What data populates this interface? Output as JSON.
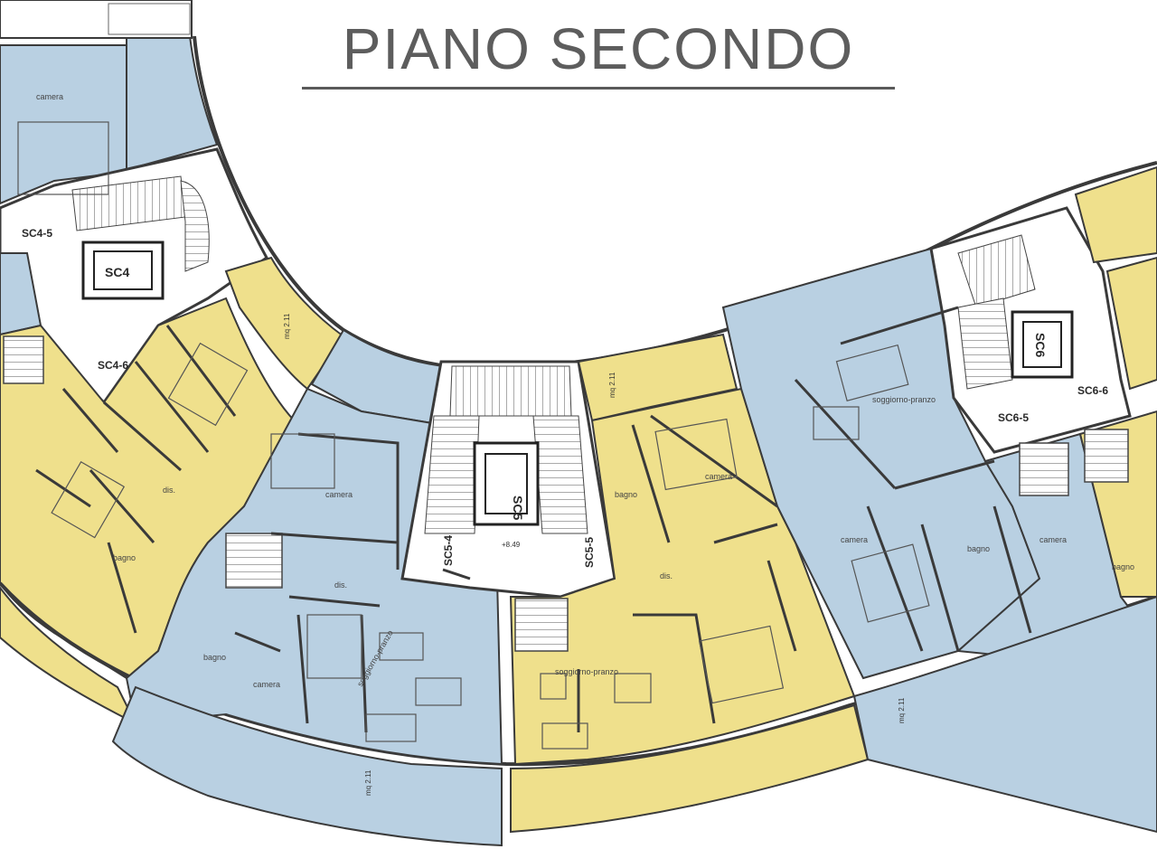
{
  "title": "PIANO SECONDO",
  "colors": {
    "unit_blue": "#b9d0e2",
    "unit_yellow": "#efe08c",
    "wall": "#3a3a3a",
    "stair_core": "#ffffff",
    "title_gray": "#5d5d5d"
  },
  "stair_cores": [
    {
      "label": "SC4"
    },
    {
      "label": "SC5"
    },
    {
      "label": "SC6"
    }
  ],
  "stair_tags": [
    {
      "label": "SC4-5"
    },
    {
      "label": "SC4-6"
    },
    {
      "label": "SC5-4"
    },
    {
      "label": "SC5-5"
    },
    {
      "label": "SC6-5"
    },
    {
      "label": "SC6-6"
    }
  ],
  "room_labels": [
    {
      "text": "camera"
    },
    {
      "text": "camera"
    },
    {
      "text": "camera"
    },
    {
      "text": "camera"
    },
    {
      "text": "camera"
    },
    {
      "text": "camera"
    },
    {
      "text": "bagno"
    },
    {
      "text": "bagno"
    },
    {
      "text": "bagno"
    },
    {
      "text": "bagno"
    },
    {
      "text": "bagno"
    },
    {
      "text": "soggiorno-pranzo"
    },
    {
      "text": "soggiorno-pranzo"
    },
    {
      "text": "soggiorno-pranzo"
    },
    {
      "text": "dis."
    },
    {
      "text": "dis."
    },
    {
      "text": "dis."
    }
  ],
  "dimension_notes": [
    {
      "text": "+8.49"
    },
    {
      "text": "mq 2.11"
    },
    {
      "text": "mq 2.11"
    },
    {
      "text": "mq 2.11"
    },
    {
      "text": "mq 2.11"
    }
  ]
}
